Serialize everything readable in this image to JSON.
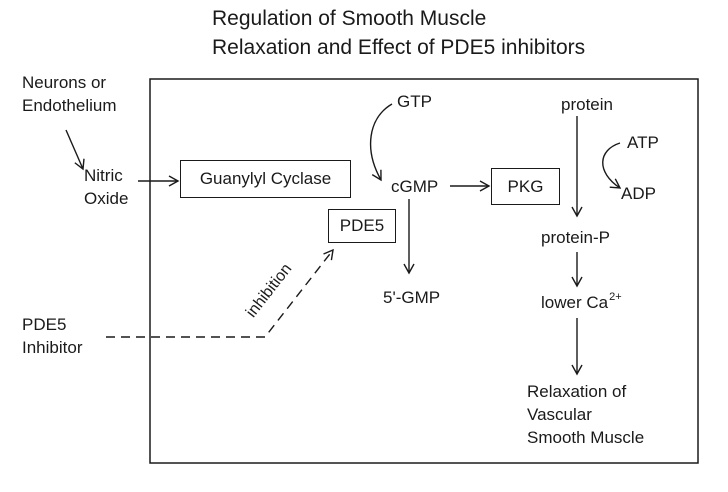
{
  "title": {
    "line1": "Regulation of Smooth Muscle",
    "line2": "Relaxation and Effect of PDE5 inhibitors"
  },
  "nodes": {
    "neurons_line1": "Neurons or",
    "neurons_line2": "Endothelium",
    "nitric_line1": "Nitric",
    "nitric_line2": "Oxide",
    "guanylyl_cyclase": "Guanylyl Cyclase",
    "gtp": "GTP",
    "cgmp": "cGMP",
    "pkg": "PKG",
    "pde5": "PDE5",
    "gmp": "5'-GMP",
    "protein": "protein",
    "atp": "ATP",
    "adp": "ADP",
    "protein_p": "protein-P",
    "lower_ca": "lower Ca",
    "ca_charge": "2+",
    "relaxation_line1": "Relaxation of",
    "relaxation_line2": "Vascular",
    "relaxation_line3": "Smooth Muscle",
    "pde5_inhibitor_line1": "PDE5",
    "pde5_inhibitor_line2": "Inhibitor",
    "inhibition": "inhibition"
  }
}
